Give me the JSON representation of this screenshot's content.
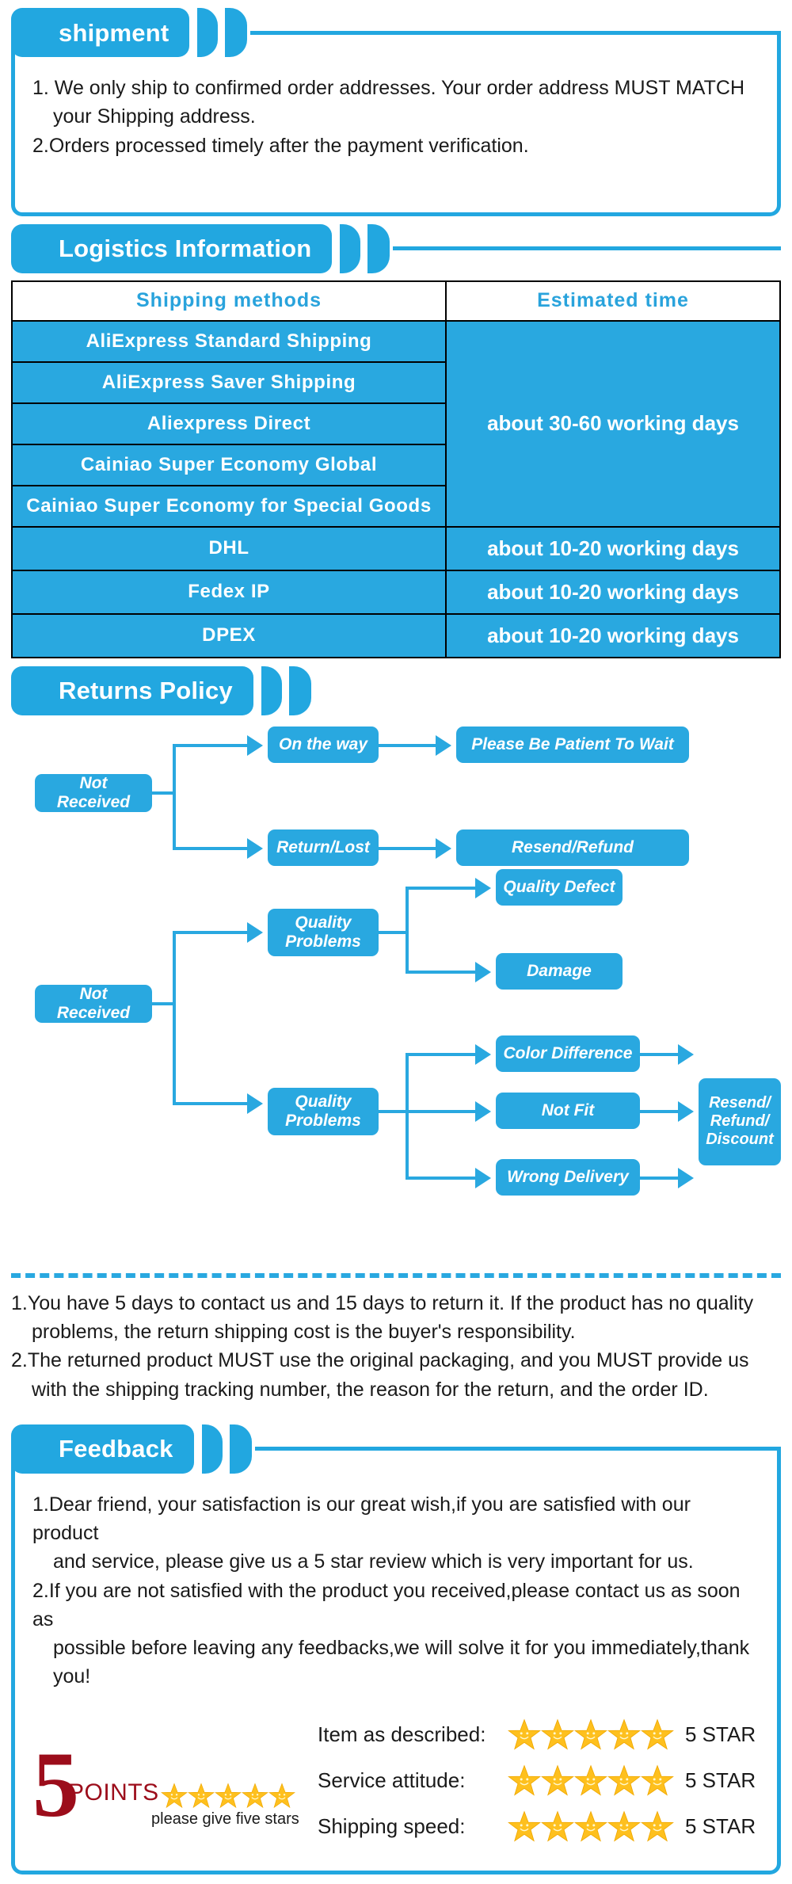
{
  "shipment": {
    "title": "shipment",
    "lines": [
      "1. We only ship to confirmed order addresses. Your order address MUST MATCH",
      "your Shipping address.",
      "2.Orders processed timely after the payment verification."
    ]
  },
  "logistics": {
    "title": "Logistics Information",
    "columns": [
      "Shipping  methods",
      "Estimated  time"
    ],
    "rows": [
      {
        "method": "AliExpress  Standard  Shipping",
        "time": "about 30-60 working days",
        "group": 1
      },
      {
        "method": "AliExpress  Saver  Shipping",
        "time": "",
        "group": 1
      },
      {
        "method": "Aliexpress  Direct",
        "time": "",
        "group": 1
      },
      {
        "method": "Cainiao  Super  Economy  Global",
        "time": "",
        "group": 1
      },
      {
        "method": "Cainiao  Super  Economy  for Special  Goods",
        "time": "",
        "group": 1
      },
      {
        "method": "DHL",
        "time": "about 10-20 working days",
        "group": 0
      },
      {
        "method": "Fedex  IP",
        "time": "about 10-20 working days",
        "group": 0
      },
      {
        "method": "DPEX",
        "time": "about 10-20 working days",
        "group": 0
      }
    ]
  },
  "returns": {
    "title": "Returns Policy",
    "flow1": {
      "root": "Not Received",
      "branches": [
        {
          "mid": "On the way",
          "end": "Please Be Patient To Wait"
        },
        {
          "mid": "Return/Lost",
          "end": "Resend/Refund"
        }
      ]
    },
    "flow2": {
      "root": "Not Received",
      "branch_a": {
        "mid": "Quality Problems",
        "leaves": [
          "Quality Defect",
          "Damage"
        ]
      },
      "branch_b": {
        "mid": "Quality Problems",
        "leaves": [
          "Color Difference",
          "Not Fit",
          "Wrong Delivery"
        ],
        "end": "Resend/ Refund/ Discount"
      }
    },
    "notes": [
      "1.You have 5 days to contact us and 15 days to return it. If the product has no quality",
      "problems, the return shipping cost is the buyer's responsibility.",
      "2.The returned product MUST use the original packaging, and you MUST provide us",
      "with the shipping tracking number, the reason for the return, and the order ID."
    ]
  },
  "feedback": {
    "title": "Feedback",
    "lines": [
      "1.Dear friend, your satisfaction is our great wish,if you are satisfied with our product",
      "and service, please give us a 5 star review which is very important for us.",
      "2.If you are not satisfied with the product you received,please contact us as soon as",
      "possible before leaving any feedbacks,we will solve it for you immediately,thank you!"
    ],
    "badge": {
      "number": "5",
      "word": "POINTS",
      "caption": "please give five stars",
      "star_count": 5
    },
    "ratings": [
      {
        "label": "Item as described:",
        "stars": 5,
        "value": "5 STAR"
      },
      {
        "label": "Service attitude:",
        "stars": 5,
        "value": "5 STAR"
      },
      {
        "label": "Shipping speed:",
        "stars": 5,
        "value": "5 STAR"
      }
    ]
  },
  "colors": {
    "brand_blue": "#22a7e0",
    "table_blue": "#29a8e0",
    "badge_red": "#9c0d1b",
    "star_yellow": "#ffc61a"
  }
}
